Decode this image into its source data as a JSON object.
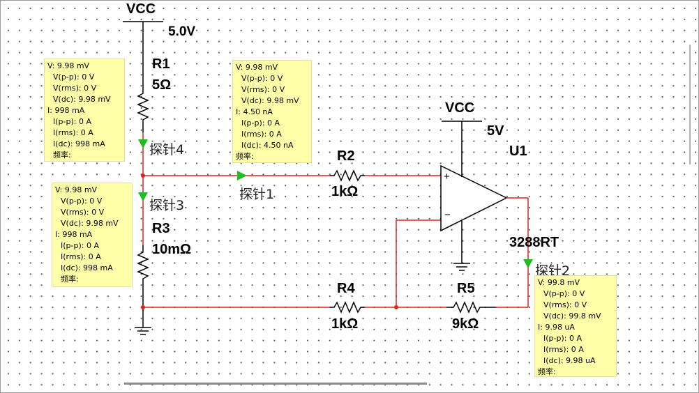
{
  "labels": {
    "vcc_top": "VCC",
    "vcc_top_value": "5.0V",
    "r1_name": "R1",
    "r1_value": "5Ω",
    "r2_name": "R2",
    "r2_value": "1kΩ",
    "r3_name": "R3",
    "r3_value": "10mΩ",
    "r4_name": "R4",
    "r4_value": "1kΩ",
    "r5_name": "R5",
    "r5_value": "9kΩ",
    "vcc_amp": "VCC",
    "vcc_amp_value": "5V",
    "u1_name": "U1",
    "u1_model": "3288RT",
    "opamp_plus": "+",
    "opamp_minus": "−"
  },
  "probes": {
    "p1": "探针1",
    "p2": "探针2",
    "p3": "探针3",
    "p4": "探针4"
  },
  "meters": {
    "m4": {
      "v": "V: 9.98 mV",
      "vpp": "V(p-p): 0 V",
      "vrms": "V(rms): 0 V",
      "vdc": "V(dc): 9.98 mV",
      "i": "I: 998 mA",
      "ipp": "I(p-p): 0 A",
      "irms": "I(rms): 0 A",
      "idc": "I(dc): 998 mA",
      "freq": "频率:"
    },
    "m1": {
      "v": "V: 9.98 mV",
      "vpp": "V(p-p): 0 V",
      "vrms": "V(rms): 0 V",
      "vdc": "V(dc): 9.98 mV",
      "i": "I: 4.50 nA",
      "ipp": "I(p-p): 0 A",
      "irms": "I(rms): 0 A",
      "idc": "I(dc): 4.50 nA",
      "freq": "频率:"
    },
    "m3": {
      "v": "V: 9.98 mV",
      "vpp": "V(p-p): 0 V",
      "vrms": "V(rms): 0 V",
      "vdc": "V(dc): 9.98 mV",
      "i": "I: 998 mA",
      "ipp": "I(p-p): 0 A",
      "irms": "I(rms): 0 A",
      "idc": "I(dc): 998 mA",
      "freq": "频率:"
    },
    "m2": {
      "v": "V: 99.8 mV",
      "vpp": "V(p-p): 0 V",
      "vrms": "V(rms): 0 V",
      "vdc": "V(dc): 99.8 mV",
      "i": "I: 9.98 uA",
      "ipp": "I(p-p): 0 A",
      "irms": "I(rms): 0 A",
      "idc": "I(dc): 9.98 uA",
      "freq": "频率:"
    }
  },
  "colors": {
    "wire_red": "#e02020",
    "wire_black": "#000000",
    "probe_green": "#22bb22",
    "meter_bg": "#ffffaa"
  }
}
